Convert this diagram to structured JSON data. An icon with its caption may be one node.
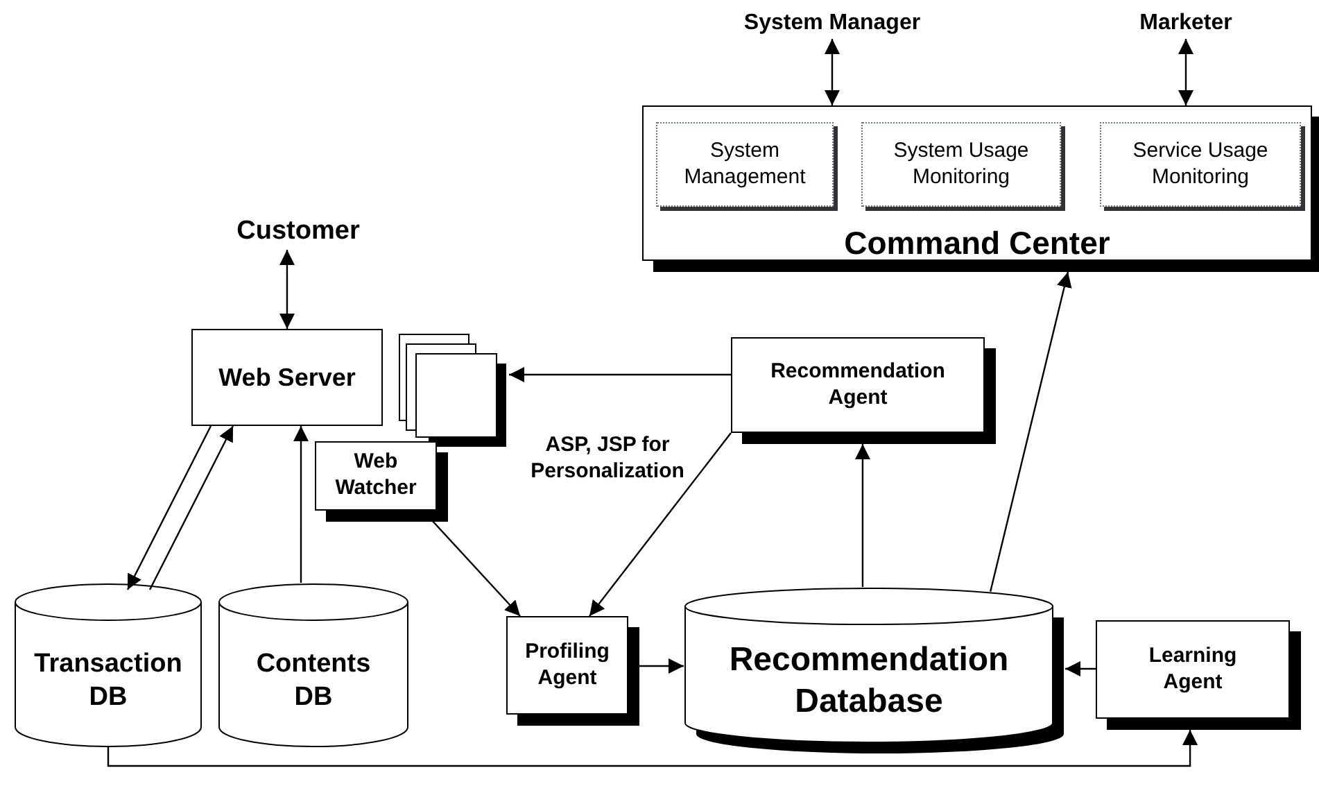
{
  "diagram": {
    "nodes": [
      {
        "text": [
          "Customer"
        ]
      },
      {
        "text": [
          "System Manager"
        ]
      },
      {
        "text": [
          "Marketer"
        ]
      },
      {
        "text": [
          "Command Center"
        ]
      },
      {
        "text": [
          "System Management"
        ],
        "in": 3
      },
      {
        "text": [
          "System Usage Monitoring"
        ],
        "in": 3
      },
      {
        "text": [
          "Service Usage Monitoring"
        ],
        "in": 3
      },
      {
        "text": [
          "Web Server"
        ]
      },
      {
        "text": [],
        "shape": "box",
        "beside": [
          "ASP, JSP for Personalization"
        ]
      },
      {
        "text": [
          "Web Watcher"
        ]
      },
      {
        "text": [
          "Recommendation Agent"
        ]
      },
      {
        "text": [
          "Transaction DB"
        ]
      },
      {
        "text": [
          "Contents DB"
        ]
      },
      {
        "text": [
          "Profiling Agent"
        ]
      },
      {
        "text": [
          "Recommendation Database"
        ]
      },
      {
        "text": [
          "Learning Agent"
        ]
      }
    ],
    "edges": [
      {
        "from": 0,
        "to": 7,
        "arrow": "both"
      },
      {
        "from": 1,
        "to": 3,
        "arrow": "both"
      },
      {
        "from": 2,
        "to": 3,
        "arrow": "both"
      },
      {
        "from": 7,
        "to": 11,
        "arrow": "to"
      },
      {
        "from": 11,
        "to": 7,
        "arrow": "to"
      },
      {
        "from": 12,
        "to": 7,
        "arrow": "to"
      },
      {
        "from": 10,
        "to": 8,
        "arrow": "to"
      },
      {
        "from": 9,
        "to": 13,
        "arrow": "to"
      },
      {
        "from": 10,
        "to": 13,
        "arrow": "to"
      },
      {
        "from": 13,
        "to": 14,
        "arrow": "to"
      },
      {
        "from": 14,
        "to": 10,
        "arrow": "to"
      },
      {
        "from": 14,
        "to": 3,
        "arrow": "to"
      },
      {
        "from": 11,
        "to": 15,
        "arrow": "to"
      },
      {
        "from": 15,
        "to": 14,
        "arrow": "to"
      }
    ]
  }
}
